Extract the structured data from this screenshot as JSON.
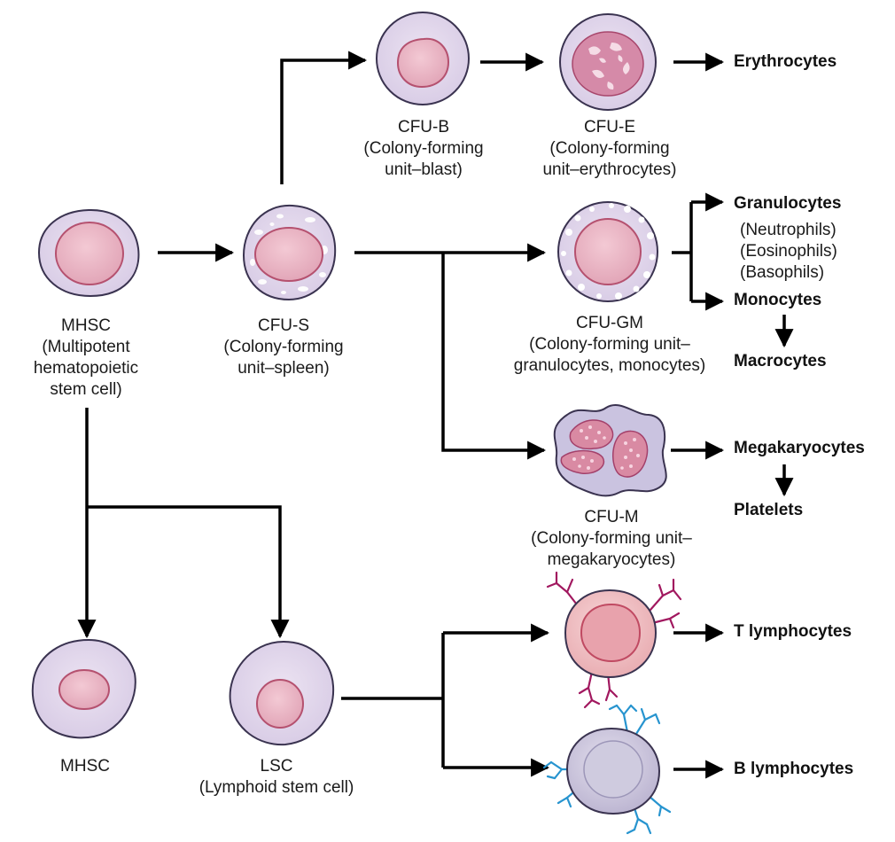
{
  "cells": {
    "mhsc": {
      "name": "MHSC",
      "desc1": "(Multipotent",
      "desc2": "hematopoietic",
      "desc3": "stem cell)"
    },
    "cfus": {
      "name": "CFU-S",
      "desc1": "(Colony-forming",
      "desc2": "unit–spleen)"
    },
    "cfub": {
      "name": "CFU-B",
      "desc1": "(Colony-forming",
      "desc2": "unit–blast)"
    },
    "cfue": {
      "name": "CFU-E",
      "desc1": "(Colony-forming",
      "desc2": "unit–erythrocytes)"
    },
    "cfugm": {
      "name": "CFU-GM",
      "desc1": "(Colony-forming unit–",
      "desc2": "granulocytes, monocytes)"
    },
    "cfum": {
      "name": "CFU-M",
      "desc1": "(Colony-forming unit–",
      "desc2": "megakaryocytes)"
    },
    "mhsc2": {
      "name": "MHSC"
    },
    "lsc": {
      "name": "LSC",
      "desc1": "(Lymphoid stem cell)"
    }
  },
  "outputs": {
    "erythrocytes": "Erythrocytes",
    "granulocytes": "Granulocytes",
    "neutrophils": "(Neutrophils)",
    "eosinophils": "(Eosinophils)",
    "basophils": "(Basophils)",
    "monocytes": "Monocytes",
    "macrocytes": "Macrocytes",
    "megakaryocytes": "Megakaryocytes",
    "platelets": "Platelets",
    "t_lymphocytes": "T lymphocytes",
    "b_lymphocytes": "B lymphocytes"
  },
  "colors": {
    "cell_fill": "#e4d9ec",
    "cell_stroke": "#3a3350",
    "nucleus_fill": "#eab8c6",
    "nucleus_stroke": "#b5516f",
    "megakaryocyte_fill": "#cac3e0",
    "t_cell_fill": "#f1c7c9",
    "b_cell_fill": "#d1cde0",
    "t_receptor": "#a1185f",
    "b_receptor": "#2794cf",
    "arrow": "#000000"
  }
}
